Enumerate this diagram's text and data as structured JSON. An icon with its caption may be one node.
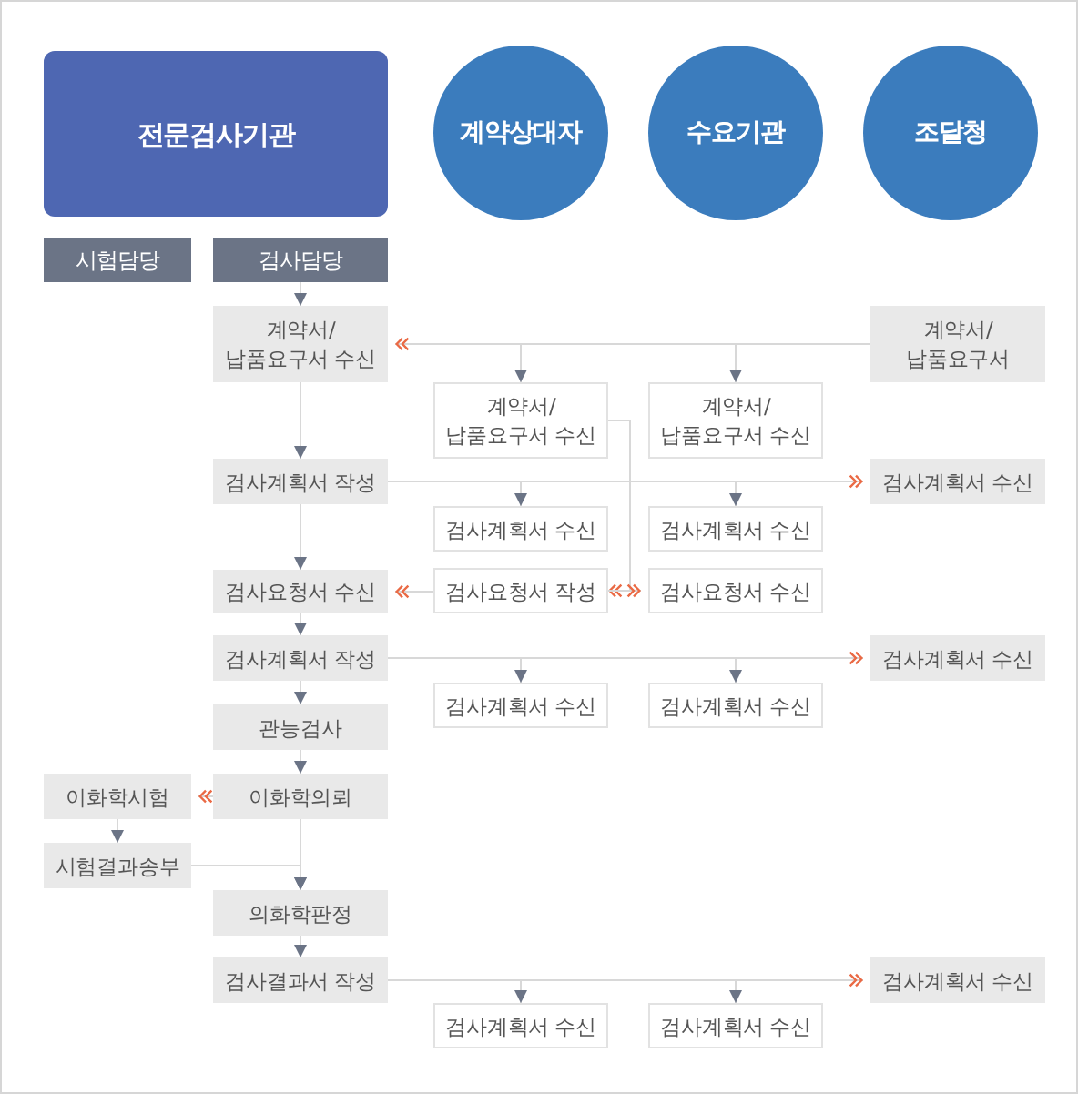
{
  "diagram": {
    "nodes": [
      {
        "text": [
          "전문검사기관"
        ]
      },
      {
        "text": [
          "계약상대자"
        ]
      },
      {
        "text": [
          "수요기관"
        ]
      },
      {
        "text": [
          "조달청"
        ]
      },
      {
        "text": [
          "시험담당"
        ]
      },
      {
        "text": [
          "검사담당"
        ]
      },
      {
        "text": [
          "계약서/ 납품요구서 수신"
        ]
      },
      {
        "text": [
          "계약서/ 납품요구서"
        ]
      },
      {
        "text": [
          "계약서/ 납품요구서 수신"
        ]
      },
      {
        "text": [
          "계약서/ 납품요구서 수신"
        ]
      },
      {
        "text": [
          "검사계획서 작성"
        ]
      },
      {
        "text": [
          "검사계획서 수신"
        ]
      },
      {
        "text": [
          "검사계획서 수신"
        ]
      },
      {
        "text": [
          "검사계획서 수신"
        ]
      },
      {
        "text": [
          "검사요청서 수신"
        ]
      },
      {
        "text": [
          "검사요청서 작성"
        ]
      },
      {
        "text": [
          "검사요청서 수신"
        ]
      },
      {
        "text": [
          "검사계획서 작성"
        ]
      },
      {
        "text": [
          "검사계획서 수신"
        ]
      },
      {
        "text": [
          "검사계획서 수신"
        ]
      },
      {
        "text": [
          "검사계획서 수신"
        ]
      },
      {
        "text": [
          "관능검사"
        ]
      },
      {
        "text": [
          "이화학시험"
        ]
      },
      {
        "text": [
          "이화학의뢰"
        ]
      },
      {
        "text": [
          "시험결과송부"
        ]
      },
      {
        "text": [
          "의화학판정"
        ]
      },
      {
        "text": [
          "검사결과서 작성"
        ]
      },
      {
        "text": [
          "검사계획서 수신"
        ]
      },
      {
        "text": [
          "검사계획서 수신"
        ]
      },
      {
        "text": [
          "검사계획서 수신"
        ]
      }
    ],
    "edges": [
      {
        "from": 5,
        "to": 6,
        "arrow": "to"
      },
      {
        "from": 7,
        "to": 6,
        "arrow": "to"
      },
      {
        "from": 7,
        "to": 8,
        "arrow": "to"
      },
      {
        "from": 7,
        "to": 9,
        "arrow": "to"
      },
      {
        "from": 6,
        "to": 10,
        "arrow": "to"
      },
      {
        "from": 10,
        "to": 11,
        "arrow": "to"
      },
      {
        "from": 10,
        "to": 12,
        "arrow": "to"
      },
      {
        "from": 10,
        "to": 13,
        "arrow": "to"
      },
      {
        "from": 8,
        "to": 15,
        "arrow": "to"
      },
      {
        "from": 10,
        "to": 14,
        "arrow": "to"
      },
      {
        "from": 15,
        "to": 14,
        "arrow": "to"
      },
      {
        "from": 15,
        "to": 16,
        "arrow": "to"
      },
      {
        "from": 14,
        "to": 17,
        "arrow": "to"
      },
      {
        "from": 17,
        "to": 18,
        "arrow": "to"
      },
      {
        "from": 17,
        "to": 19,
        "arrow": "to"
      },
      {
        "from": 17,
        "to": 20,
        "arrow": "to"
      },
      {
        "from": 17,
        "to": 21,
        "arrow": "to"
      },
      {
        "from": 21,
        "to": 23,
        "arrow": "to"
      },
      {
        "from": 23,
        "to": 22,
        "arrow": "to"
      },
      {
        "from": 22,
        "to": 24,
        "arrow": "to"
      },
      {
        "from": 24,
        "to": 25,
        "arrow": "to"
      },
      {
        "from": 23,
        "to": 25,
        "arrow": "to"
      },
      {
        "from": 25,
        "to": 26,
        "arrow": "to"
      },
      {
        "from": 26,
        "to": 27,
        "arrow": "to"
      },
      {
        "from": 26,
        "to": 28,
        "arrow": "to"
      },
      {
        "from": 26,
        "to": 29,
        "arrow": "to"
      }
    ]
  }
}
